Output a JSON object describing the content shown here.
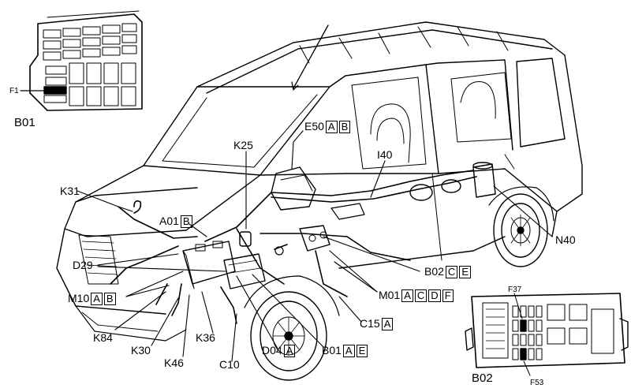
{
  "labels": {
    "b01_panel": "B01",
    "f1": "F1",
    "b02_panel": "B02",
    "f37": "F37",
    "f53": "F53",
    "e50": {
      "code": "E50",
      "boxes": [
        "A",
        "B"
      ]
    },
    "k25": {
      "code": "K25"
    },
    "i40": {
      "code": "I40"
    },
    "k31": {
      "code": "K31"
    },
    "a01": {
      "code": "A01",
      "boxes": [
        "B"
      ]
    },
    "d29": {
      "code": "D29"
    },
    "m10": {
      "code": "M10",
      "boxes": [
        "A",
        "B"
      ]
    },
    "k84": {
      "code": "K84"
    },
    "k30": {
      "code": "K30"
    },
    "k46": {
      "code": "K46"
    },
    "k36": {
      "code": "K36"
    },
    "c10": {
      "code": "C10"
    },
    "d04": {
      "code": "D04",
      "boxes": [
        "A"
      ]
    },
    "b01": {
      "code": "B01",
      "boxes": [
        "A",
        "E"
      ]
    },
    "c15": {
      "code": "C15",
      "boxes": [
        "A"
      ]
    },
    "m01": {
      "code": "M01",
      "boxes": [
        "A",
        "C",
        "D",
        "F"
      ]
    },
    "b02": {
      "code": "B02",
      "boxes": [
        "C",
        "E"
      ]
    },
    "n40": {
      "code": "N40"
    }
  }
}
